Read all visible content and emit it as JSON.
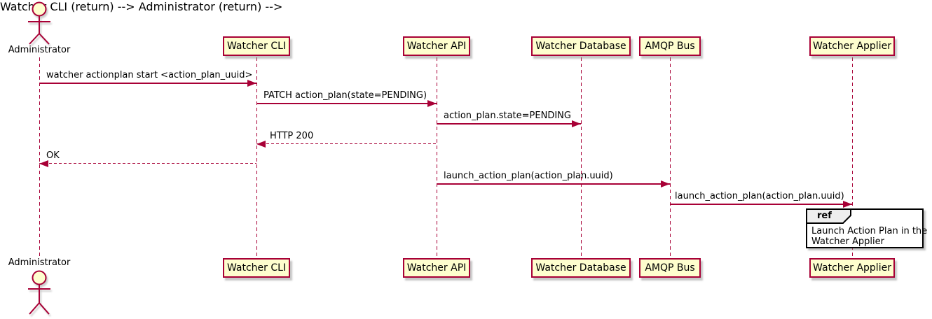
{
  "diagram": {
    "type": "sequence",
    "actor": {
      "label": "Administrator"
    },
    "participants": [
      {
        "label": "Watcher CLI"
      },
      {
        "label": "Watcher API"
      },
      {
        "label": "Watcher Database"
      },
      {
        "label": "AMQP Bus"
      },
      {
        "label": "Watcher Applier"
      }
    ],
    "messages": [
      {
        "from": "Administrator",
        "to": "Watcher CLI",
        "label": "watcher actionplan start <action_plan_uuid>",
        "line": "solid"
      },
      {
        "from": "Watcher CLI",
        "to": "Watcher API",
        "label": "PATCH action_plan(state=PENDING)",
        "line": "solid"
      },
      {
        "from": "Watcher API",
        "to": "Watcher Database",
        "label": "action_plan.state=PENDING",
        "line": "solid"
      },
      {
        "from": "Watcher API",
        "to": "Watcher CLI",
        "label": "HTTP 200",
        "line": "dashed"
      },
      {
        "from": "Watcher CLI",
        "to": "Administrator",
        "label": "OK",
        "line": "dashed"
      },
      {
        "from": "Watcher API",
        "to": "AMQP Bus",
        "label": "launch_action_plan(action_plan.uuid)",
        "line": "solid"
      },
      {
        "from": "AMQP Bus",
        "to": "Watcher Applier",
        "label": "launch_action_plan(action_plan.uuid)",
        "line": "solid"
      }
    ],
    "ref": {
      "tag": "ref",
      "line1": "Launch Action Plan in the",
      "line2": "Watcher Applier",
      "over": "Watcher Applier"
    },
    "colors": {
      "participant_fill": "#FEFECE",
      "border": "#A80036",
      "text": "#000000",
      "ref_tag_fill": "#EEEEEE",
      "ref_border": "#000000"
    }
  }
}
